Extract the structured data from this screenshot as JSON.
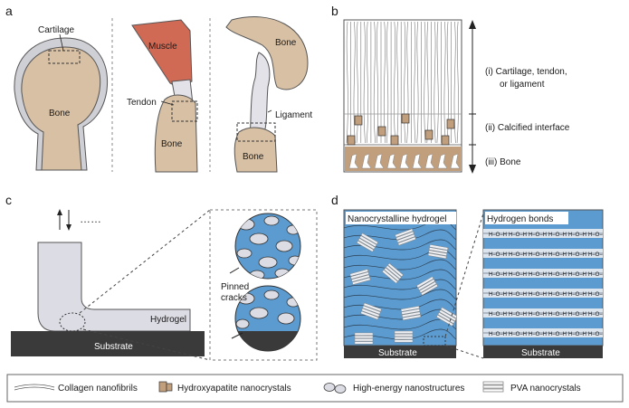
{
  "panels": {
    "a": "a",
    "b": "b",
    "c": "c",
    "d": "d"
  },
  "panel_a": {
    "cartilage": "Cartilage",
    "bone1": "Bone",
    "muscle": "Muscle",
    "tendon": "Tendon",
    "bone2": "Bone",
    "bone3": "Bone",
    "ligament": "Ligament",
    "bone4": "Bone"
  },
  "panel_b": {
    "zone1_line1": "(i)   Cartilage, tendon,",
    "zone1_line2": "or ligament",
    "zone2": "(ii)  Calcified interface",
    "zone3": "(iii)  Bone"
  },
  "panel_c": {
    "pinned1": "Pinned",
    "pinned2": "cracks",
    "hydrogel": "Hydrogel",
    "substrate": "Substrate"
  },
  "panel_d": {
    "left_title": "Nanocrystalline hydrogel",
    "right_title": "Hydrogen bonds",
    "substrate_left": "Substrate",
    "substrate_right": "Substrate",
    "hbond_label": "H–O–H"
  },
  "legend": {
    "collagen": "Collagen nanofibrils",
    "hydroxyapatite": "Hydroxyapatite nanocrystals",
    "high_energy": "High-energy nanostructures",
    "pva": "PVA nanocrystals"
  },
  "colors": {
    "bone": "#d8c0a4",
    "bone_dark": "#c19e7c",
    "muscle": "#d06a55",
    "cartilage": "#cfcfd6",
    "hydrogel": "#5b9bd0",
    "hydrogel_gray": "#dcdce4",
    "substrate": "#3a3a3a"
  }
}
